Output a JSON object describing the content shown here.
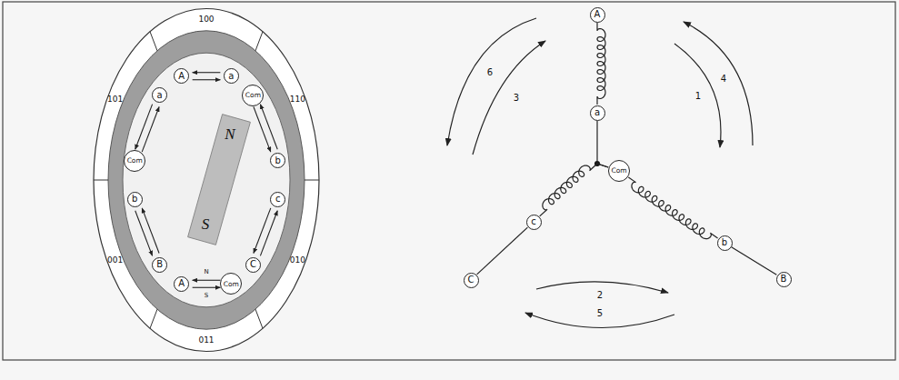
{
  "diagram": {
    "nodes": [
      {
        "text": [
          "A"
        ]
      },
      {
        "text": [
          "a"
        ]
      },
      {
        "text": [
          "Com"
        ]
      },
      {
        "text": [
          "b"
        ]
      },
      {
        "text": [
          "c"
        ]
      },
      {
        "text": [
          "C"
        ]
      },
      {
        "text": [
          "Com"
        ]
      },
      {
        "text": [
          "A"
        ]
      },
      {
        "text": [
          "B"
        ]
      },
      {
        "text": [
          "b"
        ]
      },
      {
        "text": [
          "Com"
        ]
      },
      {
        "text": [
          "a"
        ]
      },
      {
        "text": [
          "A"
        ]
      },
      {
        "text": [
          "a"
        ]
      },
      {
        "text": [
          "Com"
        ]
      },
      {
        "text": [
          "c"
        ]
      },
      {
        "text": [
          "b"
        ]
      },
      {
        "text": [
          "C"
        ]
      },
      {
        "text": [
          "B"
        ]
      }
    ],
    "edges": [
      {
        "from": 12,
        "to": 13,
        "arrow": "none"
      },
      {
        "from": 13,
        "to": 14,
        "arrow": "none"
      },
      {
        "from": 14,
        "to": 16,
        "arrow": "none"
      },
      {
        "from": 16,
        "to": 18,
        "arrow": "none"
      },
      {
        "from": 14,
        "to": 15,
        "arrow": "none"
      },
      {
        "from": 15,
        "to": 17,
        "arrow": "none"
      }
    ],
    "labels": [
      "100",
      "110",
      "010",
      "011",
      "001",
      "101",
      "N",
      "S",
      "N",
      "S",
      "6",
      "3",
      "4",
      "1",
      "2",
      "5"
    ]
  }
}
